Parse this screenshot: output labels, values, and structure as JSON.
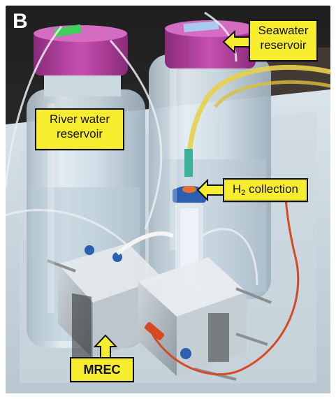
{
  "figure": {
    "panel_letter": "B"
  },
  "labels": {
    "seawater": {
      "line1": "Seawater",
      "line2": "reservoir"
    },
    "river_water": {
      "line1": "River water",
      "line2": "reservoir"
    },
    "h2_collection": {
      "prefix": "H",
      "subscript": "2",
      "suffix": " collection"
    },
    "mrec": {
      "text": "MREC"
    }
  },
  "colors": {
    "callout_fill": "#f7ec2d",
    "callout_border": "#111111",
    "cap": "#b23d9e",
    "tubing_yellow": "#e8d04a",
    "tubing_red": "#d64a22",
    "blue_cap": "#2c5fb0"
  }
}
